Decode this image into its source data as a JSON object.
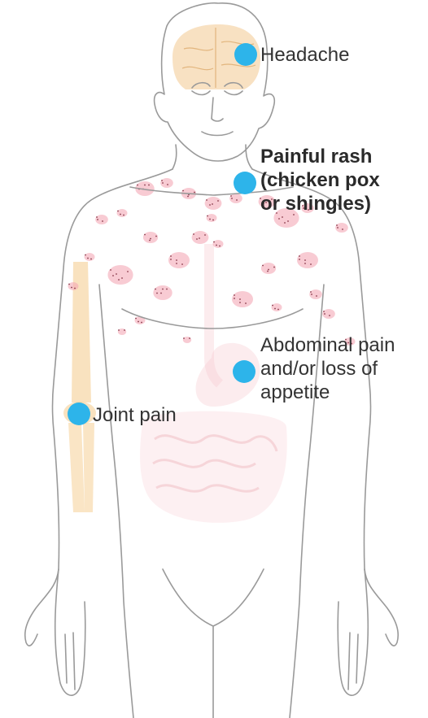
{
  "colors": {
    "marker": "#2db4ea",
    "outline": "#9a9a9a",
    "brain": "#f3c98f",
    "bone": "#f5cf95",
    "rash": "#f3a9b5",
    "rash_dot": "#8a3b4c",
    "digestive": "#f7c9cf"
  },
  "callouts": {
    "headache": {
      "line1": "Headache"
    },
    "rash": {
      "line1": "Painful rash",
      "line2": "(chicken pox",
      "line3": "or shingles)"
    },
    "abdominal": {
      "line1": "Abdominal pain",
      "line2": "and/or loss of",
      "line3": "appetite"
    },
    "joint": {
      "line1": "Joint pain"
    }
  }
}
